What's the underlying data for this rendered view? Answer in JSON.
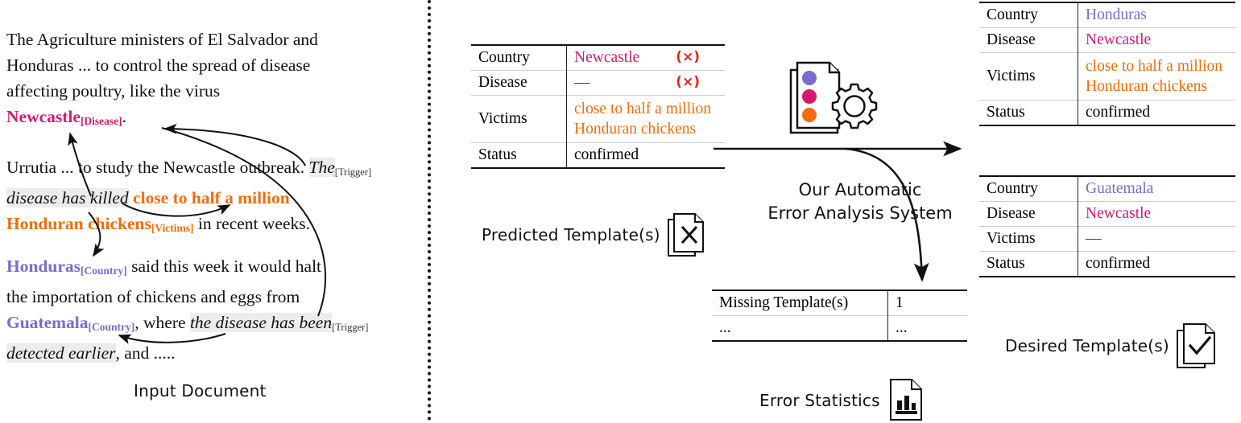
{
  "figure": {
    "title": "Automatic Error Analysis System pipeline diagram",
    "colors": {
      "disease": "#D6196F",
      "victims": "#F26C0D",
      "country": "#7A6BD0",
      "error_mark": "#E8251B",
      "rule": "#111111"
    }
  },
  "input_document": {
    "caption": "Input Document",
    "paragraphs": [
      {
        "id": "p1",
        "segments": [
          {
            "text": "The Agriculture ministers of El Salvador and Honduras ... to control the spread of disease affecting poultry, like the virus ",
            "style": "plain"
          },
          {
            "text": "Newcastle",
            "style": "disease"
          },
          {
            "text": "[Disease]",
            "style": "disease-sub"
          },
          {
            "text": ".",
            "style": "plain"
          }
        ]
      },
      {
        "id": "p2",
        "segments": [
          {
            "text": "Urrutia ... to study the Newcastle outbreak. ",
            "style": "plain"
          },
          {
            "text": "The disease has killed ",
            "style": "trigger"
          },
          {
            "text": "[Trigger]",
            "style": "trigger-tag"
          },
          {
            "text": "close to half a million Honduran chickens",
            "style": "victims"
          },
          {
            "text": "[Victims]",
            "style": "victims-sub"
          },
          {
            "text": " in recent weeks.",
            "style": "plain"
          }
        ]
      },
      {
        "id": "p3",
        "segments": [
          {
            "text": "Honduras",
            "style": "country"
          },
          {
            "text": "[Country]",
            "style": "country-sub"
          },
          {
            "text": " said this week it would halt the importation of chickens and eggs from ",
            "style": "plain"
          },
          {
            "text": "Guatemala",
            "style": "country"
          },
          {
            "text": "[Country]",
            "style": "country-sub"
          },
          {
            "text": ", where ",
            "style": "plain"
          },
          {
            "text": "the disease has been detected earlier",
            "style": "trigger"
          },
          {
            "text": "[Trigger]",
            "style": "trigger-tag"
          },
          {
            "text": ", and .....",
            "style": "plain"
          }
        ]
      }
    ],
    "text_lines": {
      "l1": "The Agriculture ministers of El Salvador and",
      "l2": "Honduras ... to control the spread of disease",
      "l3": "affecting poultry, like the virus",
      "l4_entity": "Newcastle",
      "l4_tag": "[Disease]",
      "l4_tail": ".",
      "p2_l1a": "Urrutia ... to study the Newcastle outbreak. ",
      "p2_trigger1": "The",
      "p2_trigger_tag1": "[Trigger]",
      "p2_trigger2": "disease has killed",
      "p2_victims": "close to half a million",
      "p2_victims2": "Honduran chickens",
      "p2_victims_tag": "[Victims]",
      "p2_tail": " in recent weeks.",
      "p3_c1": "Honduras",
      "p3_c1_tag": "[Country]",
      "p3_mid1": " said this week it would halt",
      "p3_mid2": "the importation of chickens and eggs from",
      "p3_c2": "Guatemala",
      "p3_c2_tag": "[Country]",
      "p3_where": ", where ",
      "p3_trigger1": "the disease has been",
      "p3_trigger_tag": "[Trigger]",
      "p3_trigger2": "detected earlier",
      "p3_tail": ", and ....."
    }
  },
  "predicted_template": {
    "caption": "Predicted Template(s)",
    "icon": "document-cross-icon",
    "rows": [
      {
        "label": "Country",
        "value": "Newcastle",
        "value_style": "disease",
        "mark": "(×)"
      },
      {
        "label": "Disease",
        "value": "—",
        "value_style": "dash",
        "mark": "(×)"
      },
      {
        "label": "Victims",
        "value": "close to half a million\nHonduran chickens",
        "value_style": "victims",
        "mark": ""
      },
      {
        "label": "Status",
        "value": "confirmed",
        "value_style": "plain",
        "mark": ""
      }
    ]
  },
  "system": {
    "label_line1": "Our Automatic",
    "label_line2": "Error Analysis System",
    "icon": "document-gear-icon",
    "doc_dots": [
      "#7A6BD0",
      "#D6196F",
      "#F26C0D"
    ]
  },
  "error_statistics": {
    "caption": "Error Statistics",
    "icon": "document-barchart-icon",
    "rows": [
      {
        "label": "Missing Template(s)",
        "value": "1"
      },
      {
        "label": "...",
        "value": "..."
      }
    ]
  },
  "desired_templates": {
    "caption": "Desired Template(s)",
    "icon": "document-check-icon",
    "tables": [
      {
        "id": "desired-1",
        "rows": [
          {
            "label": "Country",
            "value": "Honduras",
            "value_style": "country"
          },
          {
            "label": "Disease",
            "value": "Newcastle",
            "value_style": "disease"
          },
          {
            "label": "Victims",
            "value": "close to half a million\nHonduran chickens",
            "value_style": "victims"
          },
          {
            "label": "Status",
            "value": "confirmed",
            "value_style": "plain"
          }
        ]
      },
      {
        "id": "desired-2",
        "rows": [
          {
            "label": "Country",
            "value": "Guatemala",
            "value_style": "country"
          },
          {
            "label": "Disease",
            "value": "Newcastle",
            "value_style": "disease"
          },
          {
            "label": "Victims",
            "value": "—",
            "value_style": "dash"
          },
          {
            "label": "Status",
            "value": "confirmed",
            "value_style": "plain"
          }
        ]
      }
    ]
  }
}
